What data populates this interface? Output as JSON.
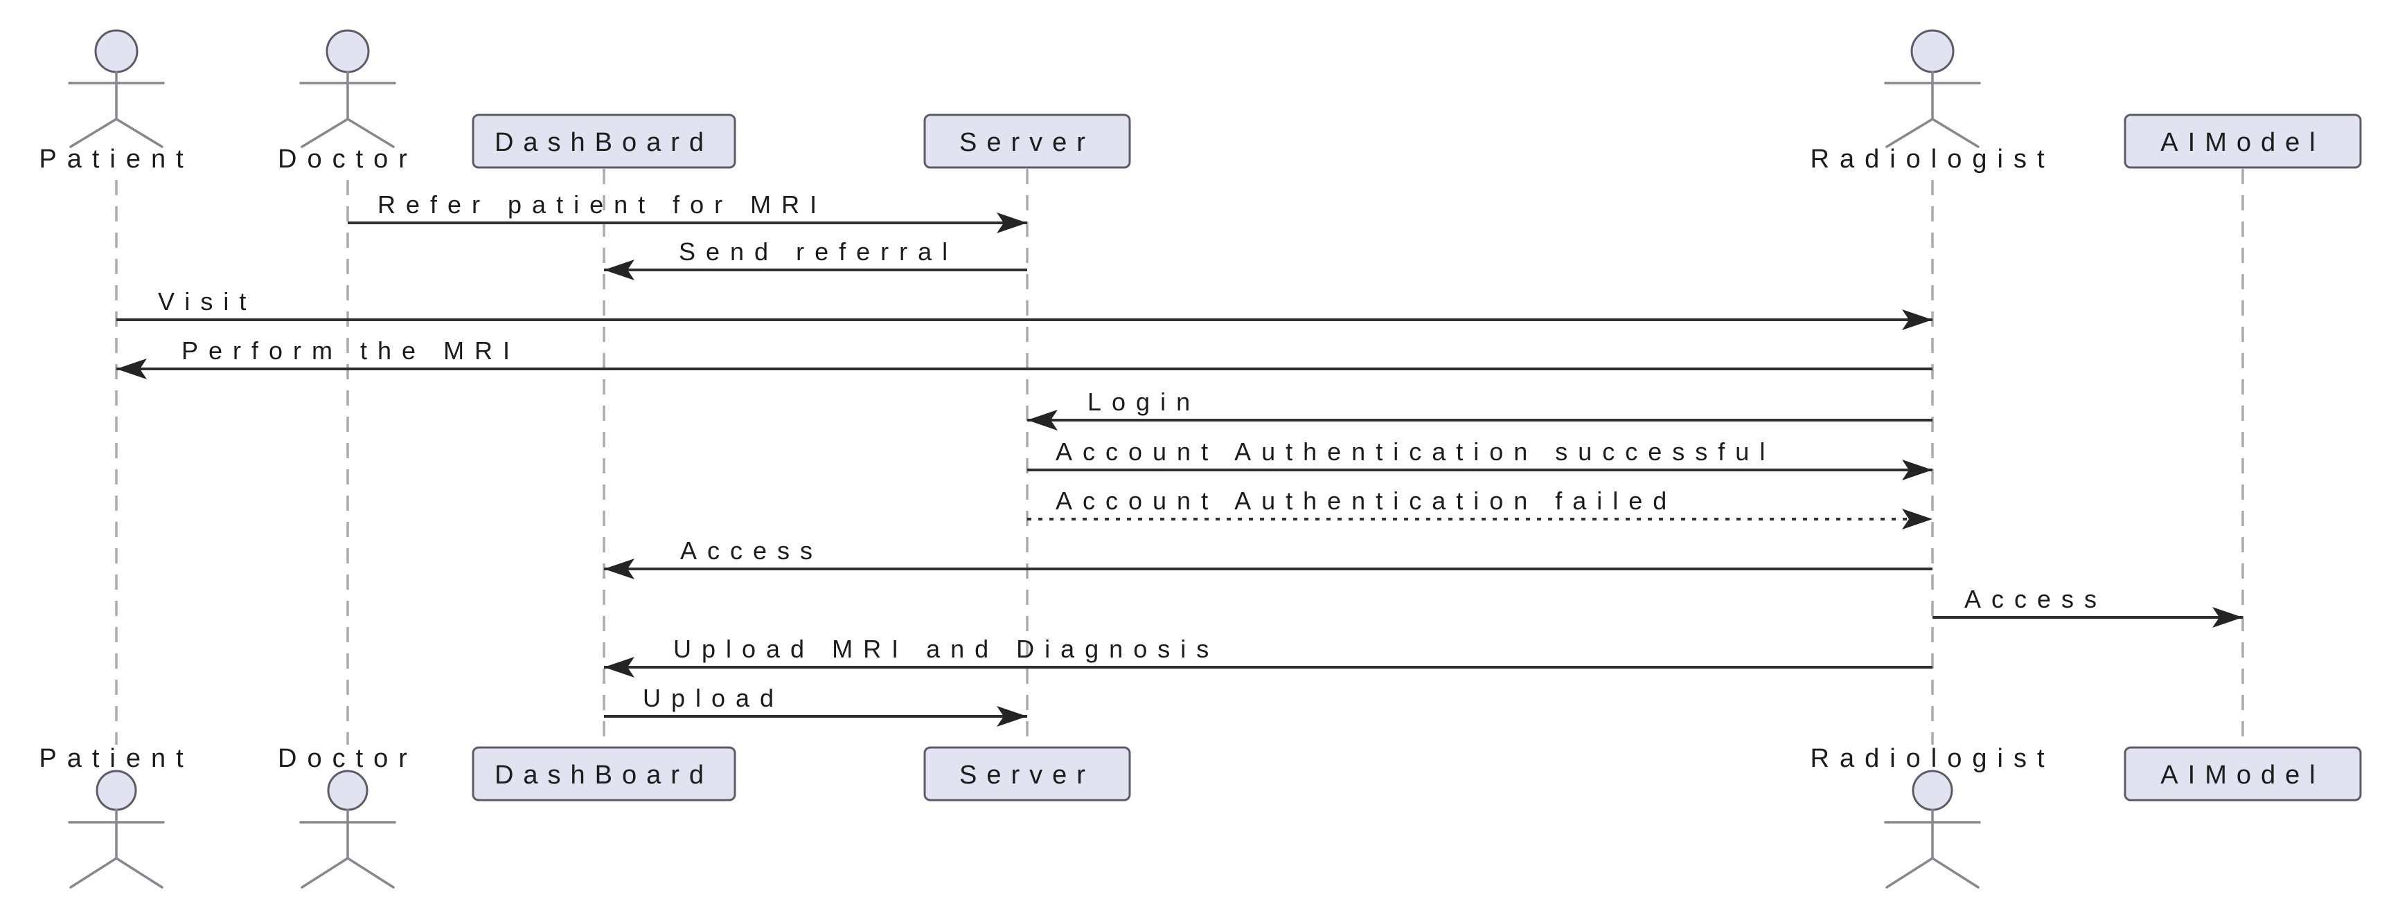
{
  "diagram": {
    "type": "uml-sequence-diagram",
    "title": "",
    "background": "#ffffff"
  },
  "colors": {
    "bg": "#ffffff",
    "shape-fill": "#e2e2f0",
    "shape-border": "#5c5c68",
    "limb": "#87878f",
    "lifeline": "#acacac",
    "arrow": "#2e2e2e",
    "text": "#1c1c1c"
  },
  "actors": [
    {
      "id": "patient",
      "label": "Patient",
      "kind": "actor"
    },
    {
      "id": "doctor",
      "label": "Doctor",
      "kind": "actor"
    },
    {
      "id": "dashboard",
      "label": "DashBoard",
      "kind": "participant"
    },
    {
      "id": "server",
      "label": "Server",
      "kind": "participant"
    },
    {
      "id": "radiologist",
      "label": "Radiologist",
      "kind": "actor"
    },
    {
      "id": "aimodel",
      "label": "AIModel",
      "kind": "participant"
    }
  ],
  "messages": [
    {
      "from": "doctor",
      "to": "server",
      "label": "Refer patient for MRI",
      "line": "solid"
    },
    {
      "from": "server",
      "to": "dashboard",
      "label": "Send referral",
      "line": "solid"
    },
    {
      "from": "patient",
      "to": "radiologist",
      "label": "Visit",
      "line": "solid"
    },
    {
      "from": "radiologist",
      "to": "patient",
      "label": "Perform the MRI",
      "line": "solid"
    },
    {
      "from": "radiologist",
      "to": "server",
      "label": "Login",
      "line": "solid"
    },
    {
      "from": "server",
      "to": "radiologist",
      "label": "Account Authentication successful",
      "line": "solid"
    },
    {
      "from": "server",
      "to": "radiologist",
      "label": "Account Authentication failed",
      "line": "dotted"
    },
    {
      "from": "radiologist",
      "to": "dashboard",
      "label": "Access",
      "line": "solid"
    },
    {
      "from": "radiologist",
      "to": "aimodel",
      "label": "Access",
      "line": "solid"
    },
    {
      "from": "radiologist",
      "to": "dashboard",
      "label": "Upload MRI and Diagnosis",
      "line": "solid"
    },
    {
      "from": "dashboard",
      "to": "server",
      "label": "Upload",
      "line": "solid"
    }
  ]
}
